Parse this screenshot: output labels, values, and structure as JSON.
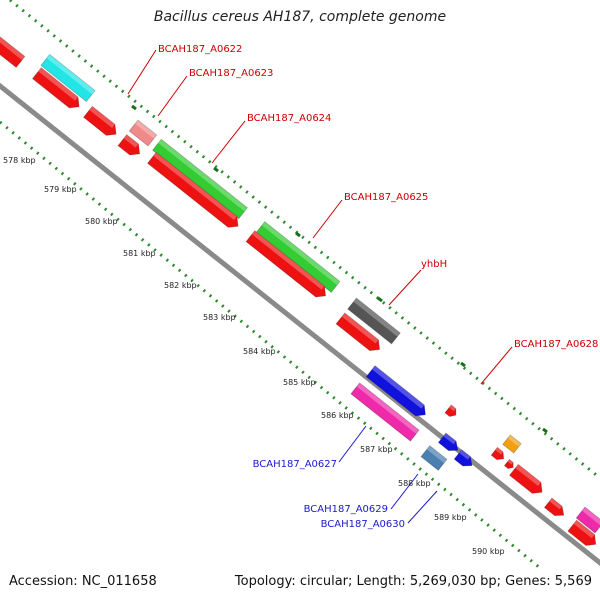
{
  "title": "Bacillus cereus AH187, complete genome",
  "footer": {
    "accession": "Accession: NC_011658",
    "summary": "Topology: circular; Length: 5,269,030 bp; Genes: 5,569"
  },
  "colors": {
    "backbone": "#8a8a8a",
    "gc_dots": "#2e8b2e",
    "label_red": "#cc0000",
    "label_blue": "#1a1acc",
    "red_gene": "#ee1111",
    "cyan_gene": "#22e6e6",
    "pink_gene": "#f08a8a",
    "green_gene": "#33cc33",
    "gray_gene": "#555555",
    "blue_gene": "#1111dd",
    "magenta_gene": "#ee2aaa",
    "steel_gene": "#4a7fb0",
    "orange_gene": "#f2a011"
  },
  "ticks": [
    "578 kbp",
    "579 kbp",
    "580 kbp",
    "581 kbp",
    "582 kbp",
    "583 kbp",
    "584 kbp",
    "585 kbp",
    "586 kbp",
    "587 kbp",
    "588 kbp",
    "589 kbp",
    "590 kbp"
  ],
  "gene_labels": [
    {
      "id": "a0622",
      "text": "BCAH187_A0622",
      "color": "red"
    },
    {
      "id": "a0623",
      "text": "BCAH187_A0623",
      "color": "red"
    },
    {
      "id": "a0624",
      "text": "BCAH187_A0624",
      "color": "red"
    },
    {
      "id": "a0625",
      "text": "BCAH187_A0625",
      "color": "red"
    },
    {
      "id": "yhbh",
      "text": "yhbH",
      "color": "red"
    },
    {
      "id": "a0628",
      "text": "BCAH187_A0628",
      "color": "red"
    },
    {
      "id": "a0627",
      "text": "BCAH187_A0627",
      "color": "blue"
    },
    {
      "id": "a0629",
      "text": "BCAH187_A0629",
      "color": "blue"
    },
    {
      "id": "a0630",
      "text": "BCAH187_A0630",
      "color": "blue"
    }
  ]
}
